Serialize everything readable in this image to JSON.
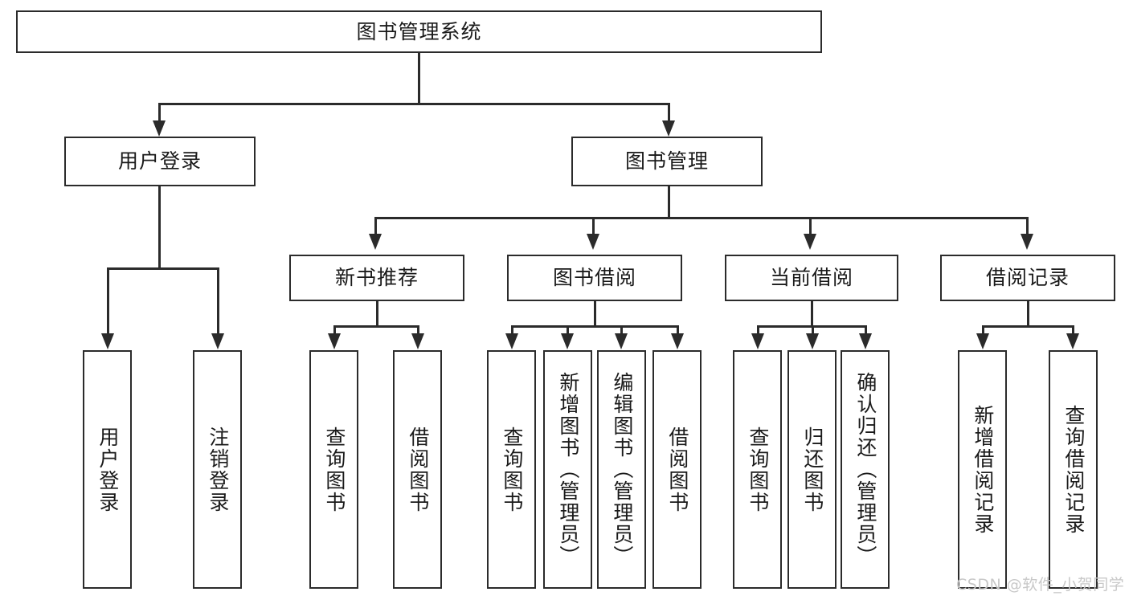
{
  "diagram": {
    "title_box": {
      "label": "图书管理系统"
    },
    "level2": [
      {
        "label": "用户登录"
      },
      {
        "label": "图书管理"
      }
    ],
    "level3": [
      {
        "label": "新书推荐"
      },
      {
        "label": "图书借阅"
      },
      {
        "label": "当前借阅"
      },
      {
        "label": "借阅记录"
      }
    ],
    "leaves": {
      "user_login": [
        {
          "label": "用户登录"
        },
        {
          "label": "注销登录"
        }
      ],
      "new_book_recommend": [
        {
          "label": "查询图书"
        },
        {
          "label": "借阅图书"
        }
      ],
      "book_borrow": [
        {
          "label": "查询图书"
        },
        {
          "label": "新增图书（管理员）"
        },
        {
          "label": "编辑图书（管理员）"
        },
        {
          "label": "借阅图书"
        }
      ],
      "current_borrow": [
        {
          "label": "查询图书"
        },
        {
          "label": "归还图书"
        },
        {
          "label": "确认归还（管理员）"
        }
      ],
      "borrow_record": [
        {
          "label": "新增借阅记录"
        },
        {
          "label": "查询借阅记录"
        }
      ]
    }
  },
  "watermark": {
    "text": "CSDN @软件_小贺同学"
  },
  "colors": {
    "stroke": "#2b2b2b",
    "background": "#ffffff",
    "text": "#1a1a1a",
    "watermark": "#c8c8c8"
  }
}
